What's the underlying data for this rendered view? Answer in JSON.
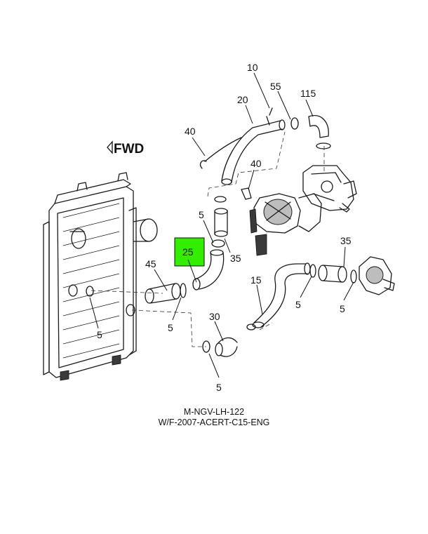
{
  "orientation_label": "FWD",
  "highlight_color": "#33ee00",
  "callouts": [
    {
      "id": "c10",
      "text": "10"
    },
    {
      "id": "c55",
      "text": "55"
    },
    {
      "id": "c115",
      "text": "115"
    },
    {
      "id": "c20",
      "text": "20"
    },
    {
      "id": "c40a",
      "text": "40"
    },
    {
      "id": "c40b",
      "text": "40"
    },
    {
      "id": "c5a",
      "text": "5"
    },
    {
      "id": "c25",
      "text": "25"
    },
    {
      "id": "c35a",
      "text": "35"
    },
    {
      "id": "c45",
      "text": "45"
    },
    {
      "id": "c35b",
      "text": "35"
    },
    {
      "id": "c15",
      "text": "15"
    },
    {
      "id": "c5b",
      "text": "5"
    },
    {
      "id": "c5c",
      "text": "5"
    },
    {
      "id": "c5d",
      "text": "5"
    },
    {
      "id": "c5e",
      "text": "5"
    },
    {
      "id": "c30",
      "text": "30"
    },
    {
      "id": "c5f",
      "text": "5"
    }
  ],
  "caption": {
    "line1": "M-NGV-LH-122",
    "line2": "W/F-2007-ACERT-C15-ENG"
  }
}
